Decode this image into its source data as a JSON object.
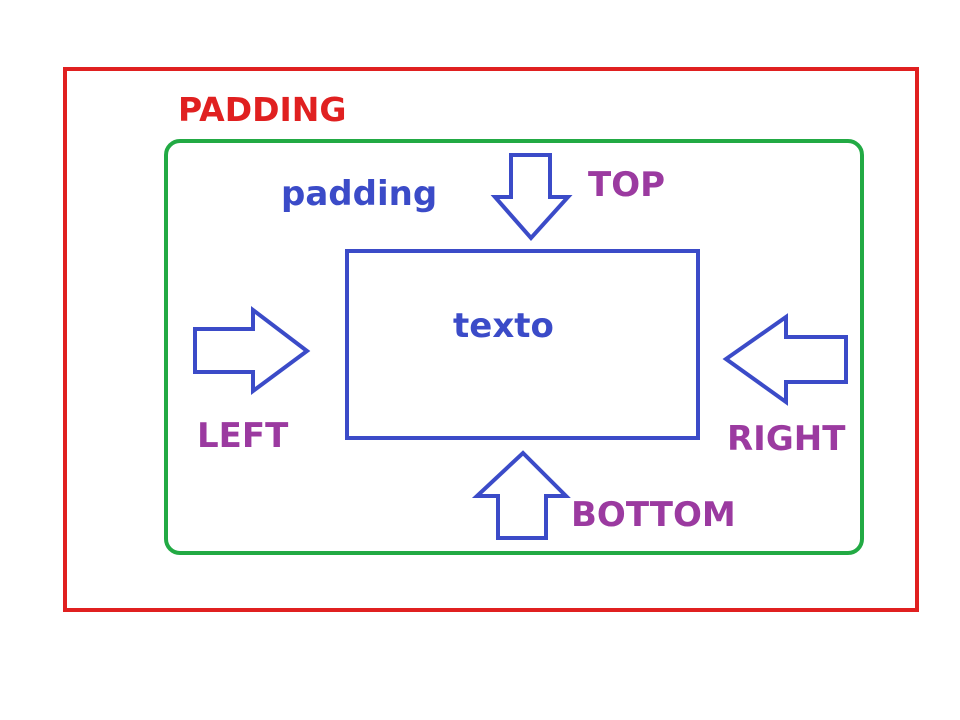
{
  "labels": {
    "title": "PADDING",
    "subtitle": "padding",
    "content": "texto",
    "top": "TOP",
    "left": "LEFT",
    "right": "RIGHT",
    "bottom": "BOTTOM"
  },
  "colors": {
    "outer_border": "#e02020",
    "inner_border": "#22aa44",
    "content_border": "#3b4bc8",
    "arrow_stroke": "#3b4bc8",
    "side_labels": "#9b3aa0"
  },
  "icons": [
    "arrow-down-icon",
    "arrow-right-icon",
    "arrow-left-icon",
    "arrow-up-icon"
  ]
}
